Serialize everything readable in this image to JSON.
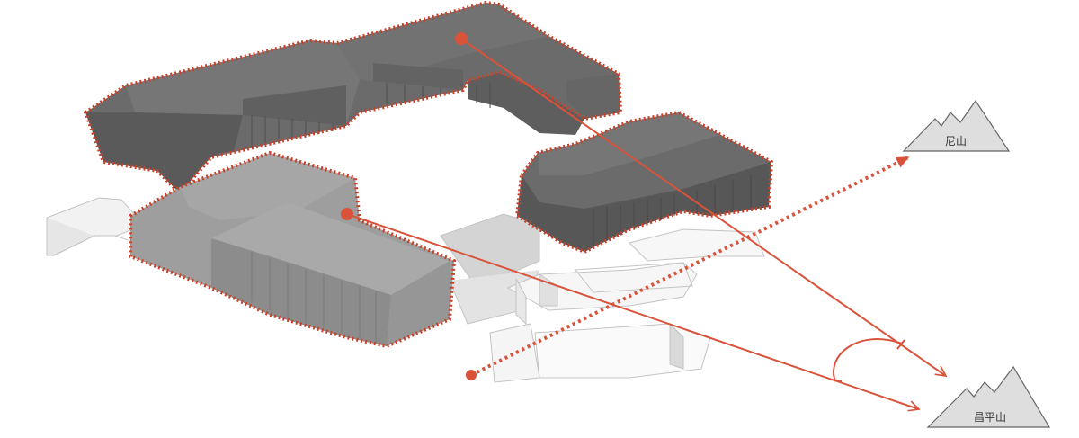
{
  "mountains": [
    {
      "id": "north",
      "label": "尼山"
    },
    {
      "id": "south",
      "label": "昌平山"
    }
  ],
  "colors": {
    "accent": "#d9533b",
    "building_dark": "#6b6b6b",
    "building_light": "#9e9e9e",
    "mountain_fill": "#dedede",
    "outline": "#bdbdbd"
  }
}
